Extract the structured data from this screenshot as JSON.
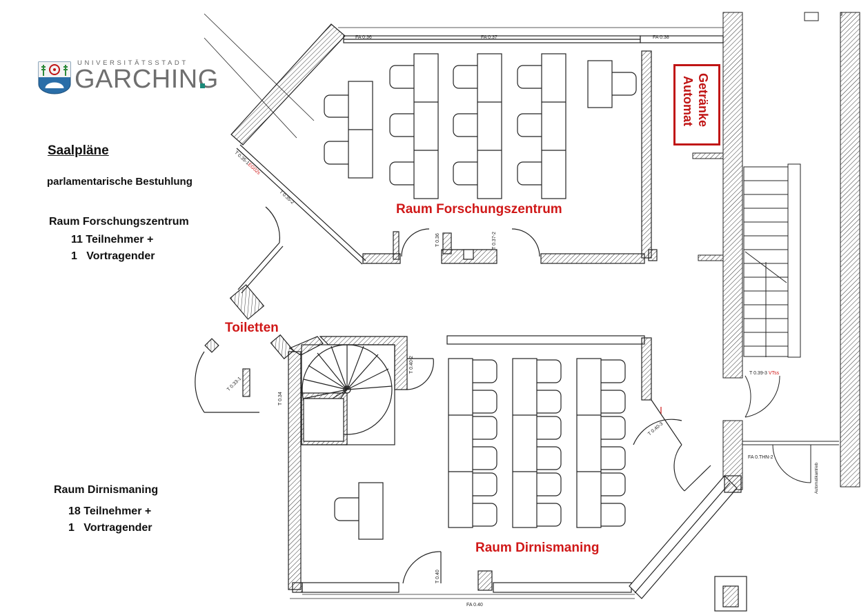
{
  "logo": {
    "superscript": "UNIVERSITÄTSSTADT",
    "name": "GARCHING"
  },
  "legend": {
    "title": "Saalpläne",
    "seating": "parlamentarische Bestuhlung",
    "room1_name": "Raum Forschungszentrum",
    "room1_participants": "11 Teilnehmer +",
    "room1_speaker": "1   Vortragender",
    "room2_name": "Raum Dirnismaning",
    "room2_participants": "18 Teilnehmer +",
    "room2_speaker": "1   Vortragender"
  },
  "plan_labels": {
    "room1": "Raum Forschungszentrum",
    "room2": "Raum Dirnismaning",
    "toilets": "Toiletten",
    "vending_line1": "Getränke",
    "vending_line2": "Automat"
  },
  "small_labels": {
    "fa036": "FA 0.36",
    "fa037": "FA 0.37",
    "fa038": "FA 0.38",
    "t035_1": "T 0.35-1",
    "t035_1_red": "EG02s",
    "t035_2": "T 0.35-2",
    "t036": "T 0.36",
    "t037_2": "T 0.37-2",
    "t040_2": "T 0.40-2",
    "t034": "T 0.34",
    "t033_1": "T 0.33-1",
    "t040_3": "T 0.40-3",
    "t039_3": "T 0.39-3",
    "t039_3_red": "VTss",
    "fa0thn2": "FA 0.THN-2",
    "t040": "T 0.40",
    "fa040": "FA 0.40",
    "automatikantrieb": "Automatikantrieb"
  },
  "colors": {
    "accent_red": "#d01818",
    "logo_teal": "#1a8a7a",
    "line": "#222222"
  }
}
